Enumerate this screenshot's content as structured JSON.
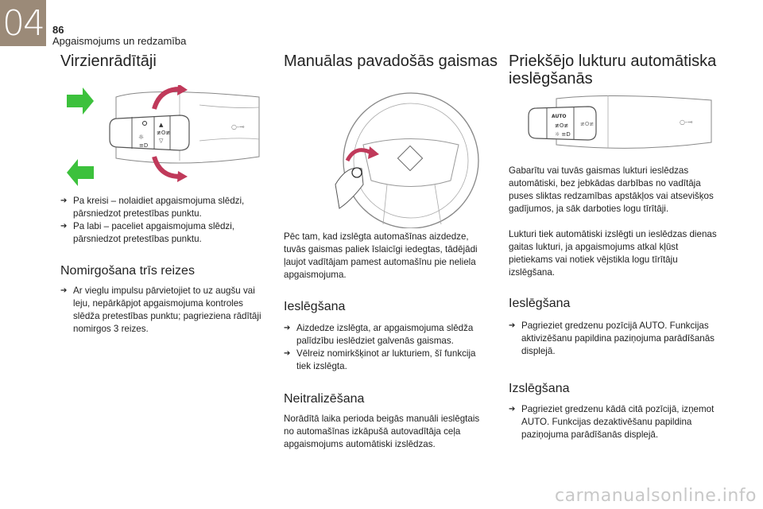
{
  "header": {
    "chapter": "04",
    "page_number": "86",
    "section": "Apgaismojums un redzamība"
  },
  "col1": {
    "title": "Virzienrādītāji",
    "bullets": [
      "Pa kreisi – nolaidiet apgaismojuma slēdzi, pārsniedzot pretestības punktu.",
      "Pa labi – paceliet apgaismojuma slēdzi, pārsniedzot pretestības punktu."
    ],
    "subsection_title": "Nomirgošana trīs reizes",
    "sub_bullets": [
      "Ar vieglu impulsu pārvietojiet to uz augšu vai leju, nepārkāpjot apgaismojuma kontroles slēdža pretestības punktu; pagrieziena rādītāji nomirgos 3 reizes."
    ]
  },
  "col2": {
    "title": "Manuālas pavadošās gaismas",
    "intro": "Pēc tam, kad izslēgta automašīnas aizdedze, tuvās gaismas paliek īslaicīgi iedegtas, tādējādi ļaujot vadītājam pamest automašīnu pie neliela apgaismojuma.",
    "on_title": "Ieslēgšana",
    "on_bullets": [
      "Aizdedze izslēgta, ar apgaismojuma slēdža palīdzību ieslēdziet galvenās gaismas.",
      "Vēlreiz nomirkšķinot ar lukturiem, šī funkcija tiek izslēgta."
    ],
    "neutral_title": "Neitralizēšana",
    "neutral_text": "Norādītā laika perioda beigās manuāli ieslēgtais no automašīnas izkāpušā autovadītāja ceļa apgaismojums automātiski izslēdzas."
  },
  "col3": {
    "title": "Priekšējo lukturu automātiska ieslēgšanās",
    "intro1": "Gabarītu vai tuvās gaismas lukturi ieslēdzas automātiski, bez jebkādas darbības no vadītāja puses sliktas redzamības apstākļos vai atsevišķos gadījumos, ja sāk darboties logu tīrītāji.",
    "intro2": "Lukturi tiek automātiski izslēgti un ieslēdzas dienas gaitas lukturi, ja apgaismojums atkal kļūst pietiekams vai notiek vējstikla logu tīrītāju izslēgšana.",
    "on_title": "Ieslēgšana",
    "on_bullets": [
      "Pagrieziet gredzenu pozīcijā AUTO. Funkcijas aktivizēšanu papildina paziņojuma parādīšanās displejā."
    ],
    "off_title": "Izslēgšana",
    "off_bullets": [
      "Pagrieziet gredzenu kādā citā pozīcijā, izņemot AUTO. Funkcijas dezaktivēšanu papildina paziņojuma parādīšanās displejā."
    ],
    "auto_label": "AUTO"
  },
  "bullet_mark": "➔",
  "watermark": "carmanualsonline.info",
  "colors": {
    "chapter_bg": "#9b8a78",
    "arrow_green": "#3cc13c",
    "arrow_red": "#c0395a",
    "line": "#777777"
  }
}
